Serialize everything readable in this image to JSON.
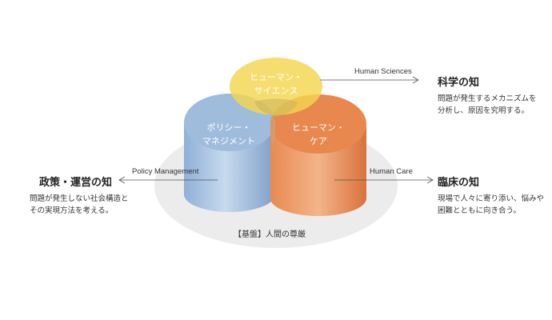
{
  "base_label": "【基盤】人間の尊厳",
  "circles": {
    "science": {
      "label_line1": "ヒューマン・",
      "label_line2": "サイエンス"
    },
    "policy": {
      "label_line1": "ポリシー・",
      "label_line2": "マネジメント"
    },
    "care": {
      "label_line1": "ヒューマン・",
      "label_line2": "ケア"
    }
  },
  "arrows": {
    "science": "Human Sciences",
    "policy": "Policy Management",
    "care": "Human Care"
  },
  "knowledge": {
    "science": {
      "title": "科学の知",
      "line1": "問題が発生するメカニズムを",
      "line2": "分析し、原因を究明する。"
    },
    "policy": {
      "title": "政策・運営の知",
      "line1": "問題が発生しない社会構造と",
      "line2": "その実現方法を考える。"
    },
    "care": {
      "title": "臨床の知",
      "line1": "現場で人々に寄り添い、悩みや",
      "line2": "困難とともに向き合う。"
    }
  },
  "colors": {
    "base_ellipse": "#ececec",
    "science": "#f6dc6a",
    "policy": "#9ebbdd",
    "care": "#e8874e"
  }
}
